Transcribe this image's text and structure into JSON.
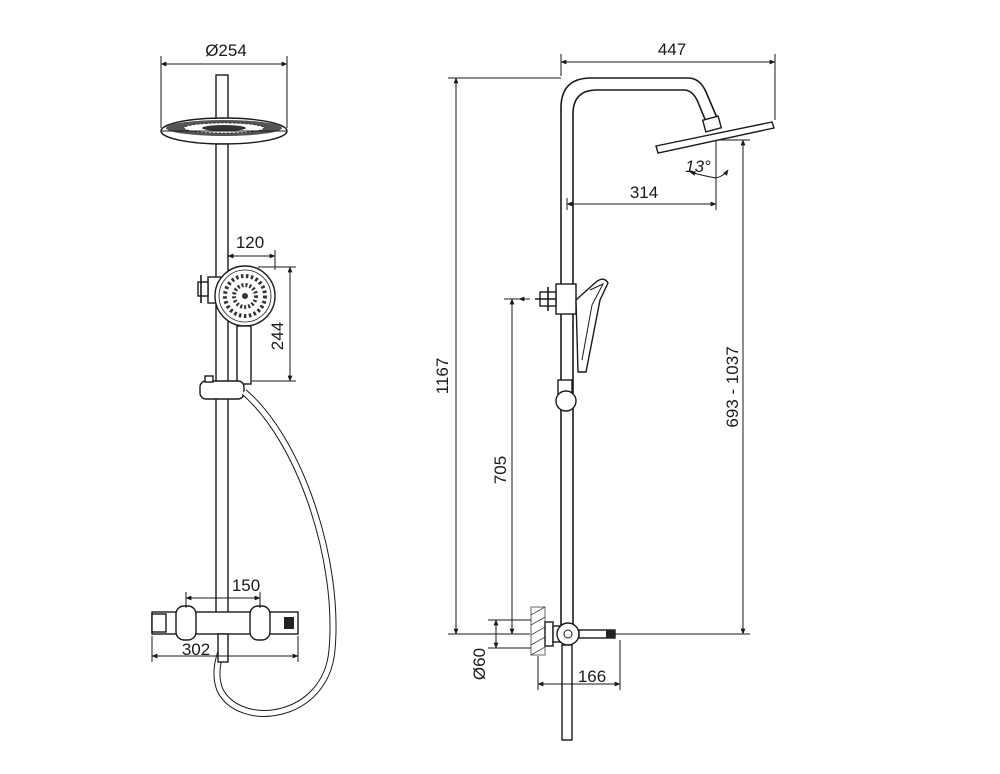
{
  "front_view": {
    "head_diameter": "Ø254",
    "hand_shower_width": "120",
    "hand_shower_height": "244",
    "inlet_spacing": "150",
    "thermostat_width": "302"
  },
  "side_view": {
    "arm_projection": "447",
    "head_angle": "13°",
    "head_offset": "314",
    "total_height": "1167",
    "height_range": "693 - 1037",
    "holder_height": "705",
    "inlet_diameter": "Ø60",
    "wall_depth": "166"
  }
}
